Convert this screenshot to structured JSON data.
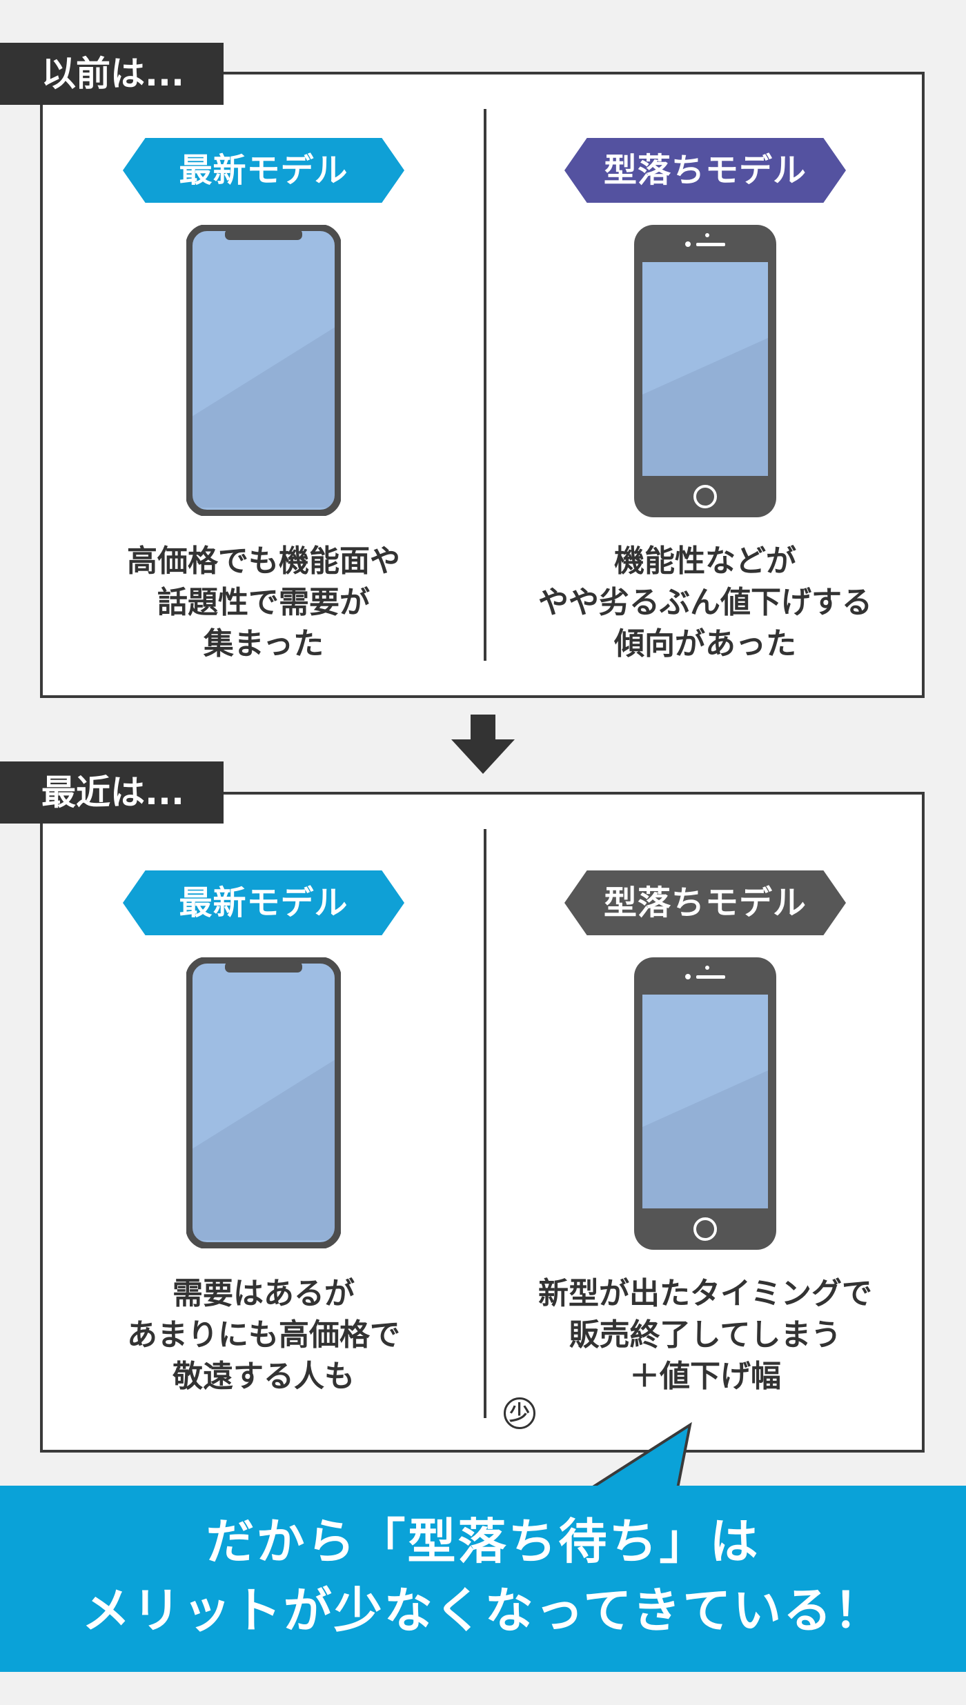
{
  "before": {
    "tab_label": "以前は...",
    "left": {
      "label": "最新モデル",
      "label_color": "#0fa0d6",
      "desc": [
        "高価格でも機能面や",
        "話題性で需要が",
        "集まった"
      ]
    },
    "right": {
      "label": "型落ちモデル",
      "label_color": "#5452a0",
      "desc": [
        "機能性などが",
        "やや劣るぶん値下げする",
        "傾向があった"
      ]
    }
  },
  "now": {
    "tab_label": "最近は...",
    "left": {
      "label": "最新モデル",
      "label_color": "#0fa0d6",
      "desc": [
        "需要はあるが",
        "あまりにも高価格で",
        "敬遠する人も"
      ]
    },
    "right": {
      "label": "型落ちモデル",
      "label_color": "#575757",
      "desc": [
        "新型が出たタイミングで",
        "販売終了してしまう",
        "＋値下げ幅"
      ],
      "badge": "少"
    }
  },
  "conclusion": {
    "line1": "だから「型落ち待ち」は",
    "line2": "メリットが少なくなってきている！",
    "background": "#0aa2d8"
  },
  "icons": {
    "new_phone": "smartphone-notch-icon",
    "old_phone": "smartphone-home-button-icon",
    "arrow": "arrow-down-icon"
  }
}
